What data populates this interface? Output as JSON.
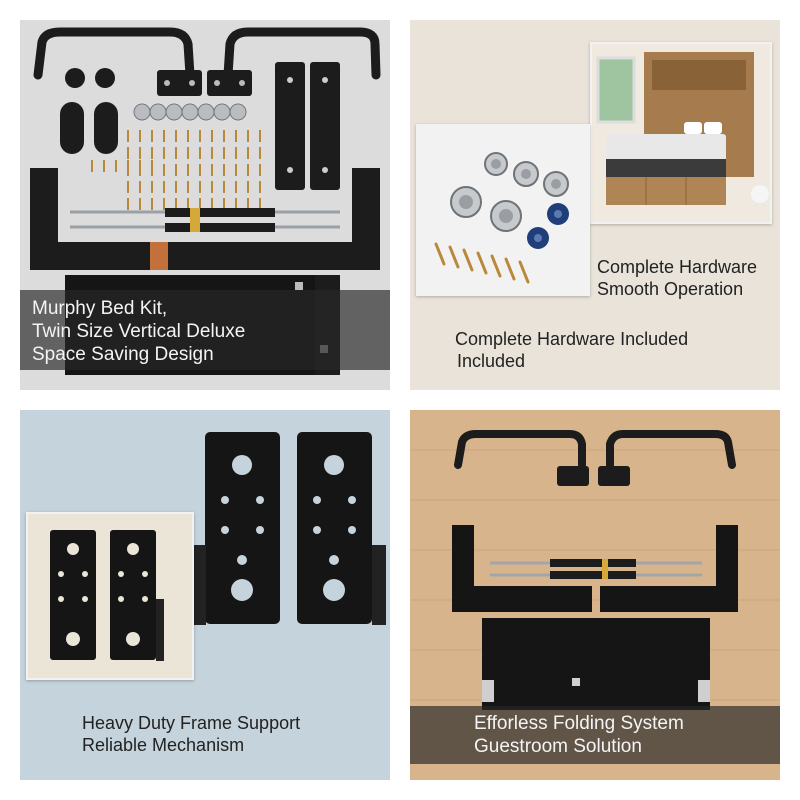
{
  "panels": {
    "kit": {
      "caption": [
        "Murphy Bed Kit,",
        "Twin Size Vertical Deluxe",
        "Space Saving Design"
      ]
    },
    "hardware": {
      "caption_right": [
        "Complete Hardware",
        "Smooth Operation"
      ],
      "caption_bottom": [
        "Complete Hardware Included",
        "Included"
      ]
    },
    "frame": {
      "caption": [
        "Heavy Duty Frame Support",
        "Reliable Mechanism"
      ]
    },
    "folding": {
      "caption": [
        "Efforless Folding System",
        "Guestroom Solution"
      ]
    }
  },
  "colors": {
    "hardware_black": "#1c1c1c",
    "panel_grey": "#dcdcdc",
    "panel_beige": "#e9e3da",
    "panel_blue": "#c5d3dc",
    "wood_floor": "#d8b48c",
    "brass": "#b8893a",
    "caption_band": "#3a3a3a"
  }
}
